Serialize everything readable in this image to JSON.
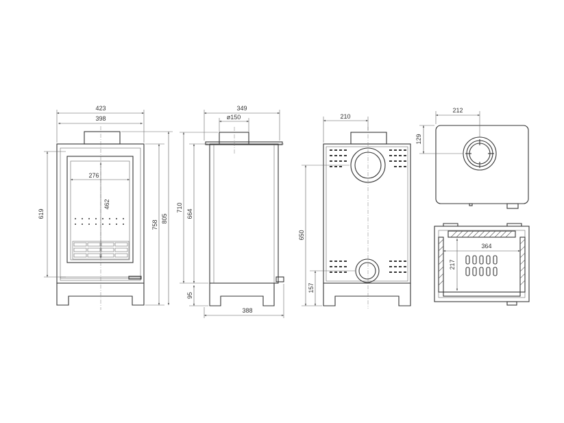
{
  "front_view": {
    "dim_total_width": "423",
    "dim_top_width": "398",
    "dim_glass_width": "276",
    "dim_glass_height": "462",
    "dim_door_height": "619",
    "dim_height_758": "758",
    "dim_height_805": "805"
  },
  "side_view": {
    "dim_depth_top": "349",
    "dim_flue_diameter": "ø150",
    "dim_height_710": "710",
    "dim_height_664": "664",
    "dim_leg_height": "95",
    "dim_depth_bottom": "388"
  },
  "rear_view": {
    "dim_flue_offset": "210",
    "dim_rear_flue_height": "650",
    "dim_lower_flue_height": "157"
  },
  "top_view": {
    "dim_flue_offset_x": "212",
    "dim_flue_offset_y": "129"
  },
  "section_view": {
    "dim_firebox_width": "364",
    "dim_firebox_depth": "217"
  }
}
